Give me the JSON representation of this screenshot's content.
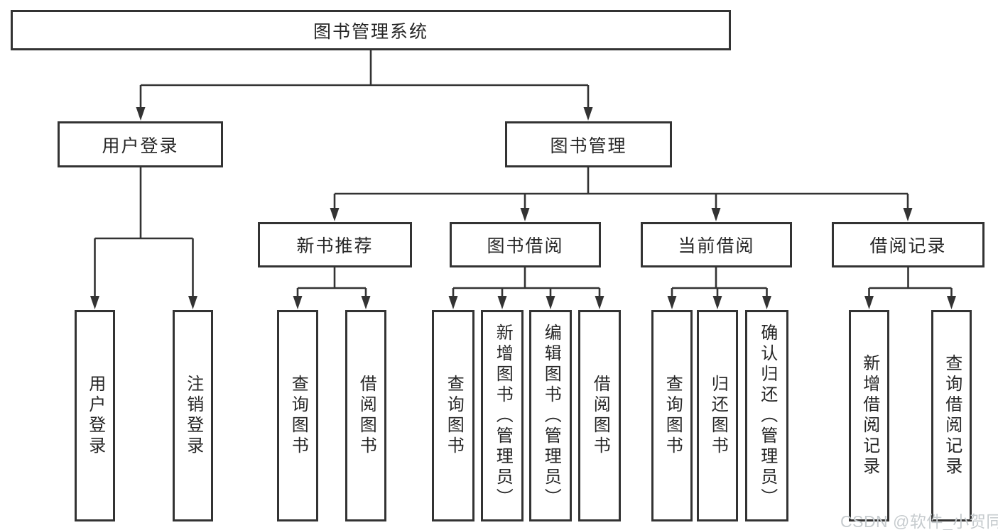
{
  "diagram": {
    "type": "tree",
    "root": {
      "id": "library-management-system",
      "label": "图书管理系统"
    },
    "level2": [
      {
        "id": "user-login",
        "label": "用户登录",
        "parent": "library-management-system"
      },
      {
        "id": "book-management",
        "label": "图书管理",
        "parent": "library-management-system"
      }
    ],
    "level3": [
      {
        "id": "new-book-recommendation",
        "label": "新书推荐",
        "parent": "book-management"
      },
      {
        "id": "book-borrowing",
        "label": "图书借阅",
        "parent": "book-management"
      },
      {
        "id": "current-borrowing",
        "label": "当前借阅",
        "parent": "book-management"
      },
      {
        "id": "borrowing-records",
        "label": "借阅记录",
        "parent": "book-management"
      }
    ],
    "leaves": [
      {
        "label": "用户登录",
        "parent": "user-login"
      },
      {
        "label": "注销登录",
        "parent": "user-login"
      },
      {
        "label": "查询图书",
        "parent": "new-book-recommendation"
      },
      {
        "label": "借阅图书",
        "parent": "new-book-recommendation"
      },
      {
        "label": "查询图书",
        "parent": "book-borrowing"
      },
      {
        "label": "新增图书（管理员）",
        "parent": "book-borrowing"
      },
      {
        "label": "编辑图书（管理员）",
        "parent": "book-borrowing"
      },
      {
        "label": "借阅图书",
        "parent": "book-borrowing"
      },
      {
        "label": "查询图书",
        "parent": "current-borrowing"
      },
      {
        "label": "归还图书",
        "parent": "current-borrowing"
      },
      {
        "label": "确认归还（管理员）",
        "parent": "current-borrowing"
      },
      {
        "label": "新增借阅记录",
        "parent": "borrowing-records"
      },
      {
        "label": "查询借阅记录",
        "parent": "borrowing-records"
      }
    ]
  },
  "watermark": {
    "text": "CSDN @软件_小贺同学"
  },
  "colors": {
    "line": "#333333",
    "text": "#262626",
    "watermark": "#c6cbce",
    "background": "#ffffff"
  }
}
